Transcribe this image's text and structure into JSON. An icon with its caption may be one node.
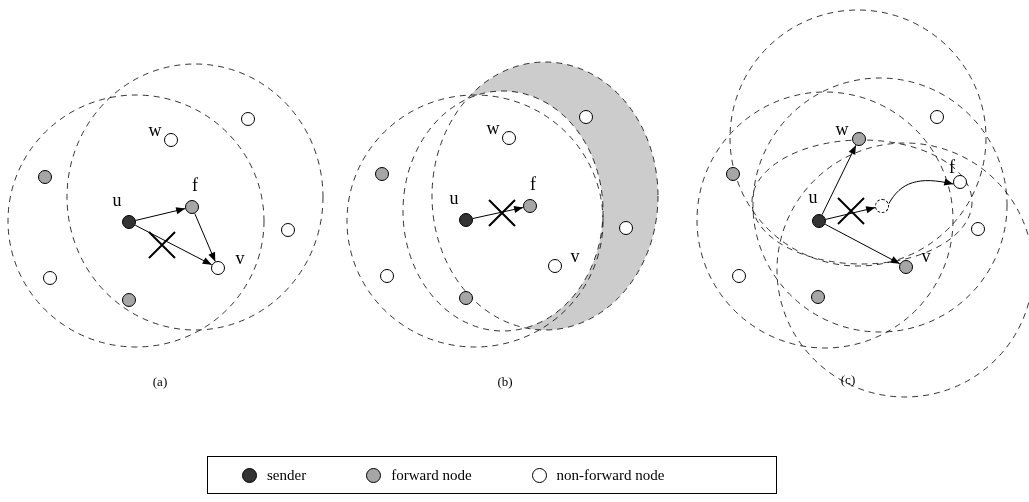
{
  "diagram": {
    "nodes": [
      {
        "text": [],
        "shape": "circle"
      },
      {
        "text": [],
        "shape": "circle",
        "beside": [
          "w"
        ]
      },
      {
        "text": [],
        "shape": "circle"
      },
      {
        "text": [],
        "shape": "circle",
        "beside": [
          "f"
        ]
      },
      {
        "text": [],
        "shape": "circle",
        "beside": [
          "u"
        ]
      },
      {
        "text": [],
        "shape": "circle"
      },
      {
        "text": [],
        "shape": "circle",
        "beside": [
          "v"
        ]
      },
      {
        "text": [],
        "shape": "circle"
      },
      {
        "text": [],
        "shape": "circle"
      },
      {
        "text": [],
        "shape": "circle"
      },
      {
        "text": [],
        "shape": "circle",
        "beside": [
          "w"
        ]
      },
      {
        "text": [],
        "shape": "circle"
      },
      {
        "text": [],
        "shape": "circle",
        "beside": [
          "f"
        ]
      },
      {
        "text": [],
        "shape": "circle",
        "beside": [
          "u"
        ]
      },
      {
        "text": [],
        "shape": "circle"
      },
      {
        "text": [],
        "shape": "circle",
        "beside": [
          "v"
        ]
      },
      {
        "text": [],
        "shape": "circle"
      },
      {
        "text": [],
        "shape": "circle"
      },
      {
        "text": [],
        "shape": "circle"
      },
      {
        "text": [],
        "shape": "circle",
        "beside": [
          "w"
        ]
      },
      {
        "text": [],
        "shape": "circle"
      },
      {
        "text": [],
        "shape": "circle",
        "beside": [
          "f"
        ]
      },
      {
        "text": [],
        "shape": "circle"
      },
      {
        "text": [],
        "shape": "circle",
        "beside": [
          "u"
        ]
      },
      {
        "text": [],
        "shape": "circle"
      },
      {
        "text": [],
        "shape": "circle",
        "beside": [
          "v"
        ]
      },
      {
        "text": [],
        "shape": "circle"
      },
      {
        "text": [],
        "shape": "circle"
      }
    ],
    "edges": [
      {
        "from": 4,
        "to": 3,
        "arrow": "to"
      },
      {
        "from": 3,
        "to": 6,
        "arrow": "to"
      },
      {
        "from": 4,
        "to": 6,
        "arrow": "to"
      },
      {
        "from": 13,
        "to": 12,
        "arrow": "to"
      },
      {
        "from": 23,
        "to": 19,
        "arrow": "to"
      },
      {
        "from": 23,
        "to": 22,
        "arrow": "to"
      },
      {
        "from": 22,
        "to": 21,
        "arrow": "to"
      },
      {
        "from": 23,
        "to": 25,
        "arrow": "to"
      }
    ],
    "labels": [
      "(a)",
      "(b)",
      "(c)"
    ],
    "legend": [
      {
        "text": "sender",
        "color": "#333333"
      },
      {
        "text": "forward node",
        "color": "#a6a6a6"
      },
      {
        "text": "non-forward node",
        "color": "#ffffff"
      }
    ]
  }
}
